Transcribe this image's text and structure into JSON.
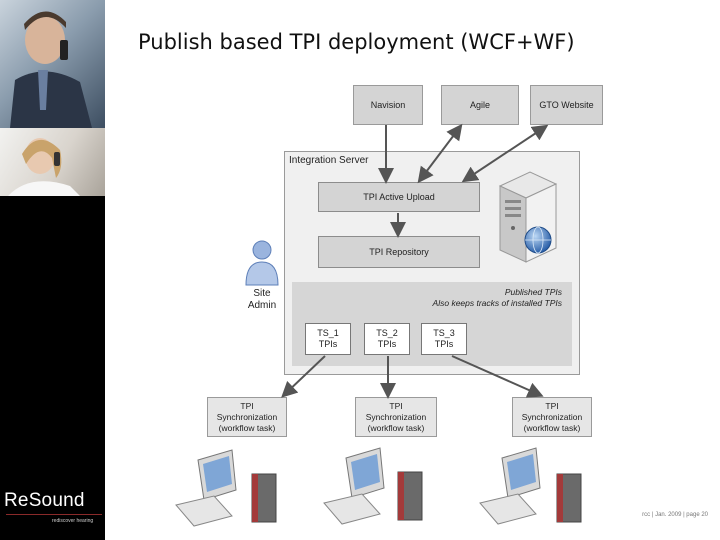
{
  "title": "Publish based TPI deployment (WCF+WF)",
  "brand": {
    "name": "ReSound",
    "tagline": "rediscover hearing"
  },
  "footer": "rcc | Jan. 2009 | page 20",
  "external_systems": [
    "Navision",
    "Agile",
    "GTO Website"
  ],
  "integration_server": {
    "label": "Integration Server",
    "active_upload": "TPI Active Upload",
    "repository": "TPI Repository",
    "published_label": "Published TPIs",
    "published_sub": "Also keeps tracks of installed TPIs",
    "test_systems": [
      {
        "name": "TS_1",
        "sub": "TPIs"
      },
      {
        "name": "TS_2",
        "sub": "TPIs"
      },
      {
        "name": "TS_3",
        "sub": "TPIs"
      }
    ]
  },
  "site_admin": {
    "line1": "Site",
    "line2": "Admin"
  },
  "sync_tasks": [
    {
      "l1": "TPI",
      "l2": "Synchronization",
      "l3": "(workflow task)"
    },
    {
      "l1": "TPI",
      "l2": "Synchronization",
      "l3": "(workflow task)"
    },
    {
      "l1": "TPI",
      "l2": "Synchronization",
      "l3": "(workflow task)"
    }
  ],
  "colors": {
    "sidebar": "#000000",
    "box_fill": "#d4d4d4",
    "panel_fill": "#f0f0f0",
    "arrow": "#555555"
  }
}
